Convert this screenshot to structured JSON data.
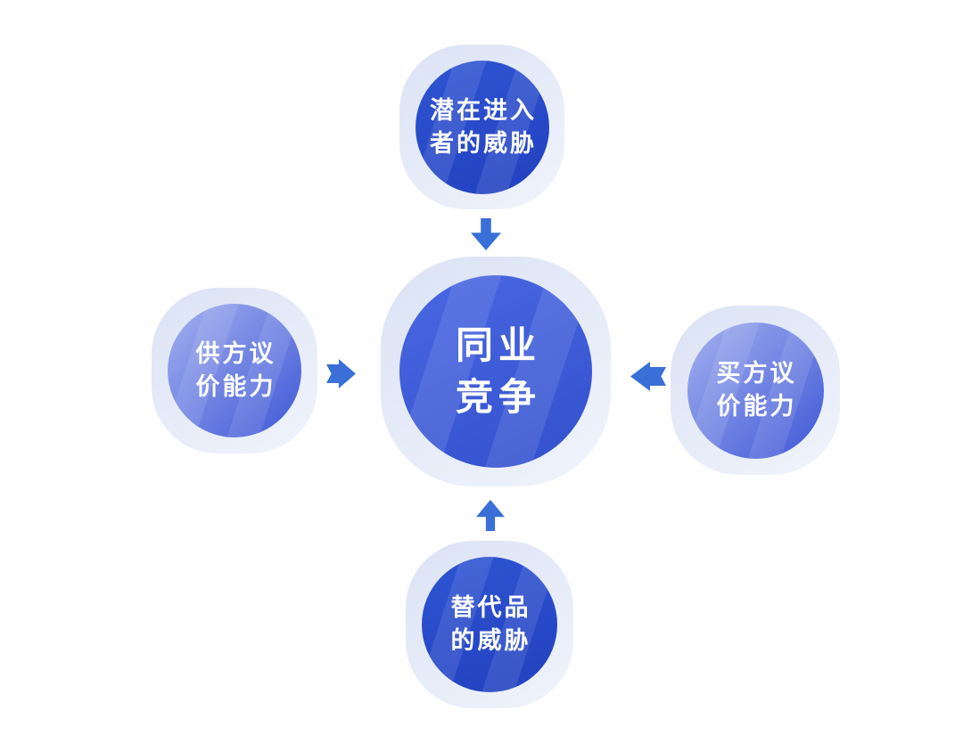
{
  "colors": {
    "background": "#ffffff",
    "deep-a": "#2f55d2",
    "deep-b": "#2240bf",
    "mid-a": "#4a68e2",
    "mid-b": "#3350cd",
    "side-a": "#a4b1ef",
    "side-b": "#3e57d6",
    "halo-a": "#dde4f5",
    "halo-b": "#eef2fb",
    "arrow": "#3a6fd8",
    "label": "#ffffff"
  },
  "nodes": {
    "center": {
      "line1": "同业",
      "line2": "竞争"
    },
    "top": {
      "line1": "潜在进入",
      "line2": "者的威胁"
    },
    "left": {
      "line1": "供方议",
      "line2": "价能力"
    },
    "right": {
      "line1": "买方议",
      "line2": "价能力"
    },
    "bottom": {
      "line1": "替代品",
      "line2": "的威胁"
    }
  },
  "icons": {
    "top_arrow": "arrow-down-icon",
    "left_arrow": "arrow-right-icon",
    "right_arrow": "arrow-left-icon",
    "bottom_arrow": "arrow-up-icon"
  }
}
